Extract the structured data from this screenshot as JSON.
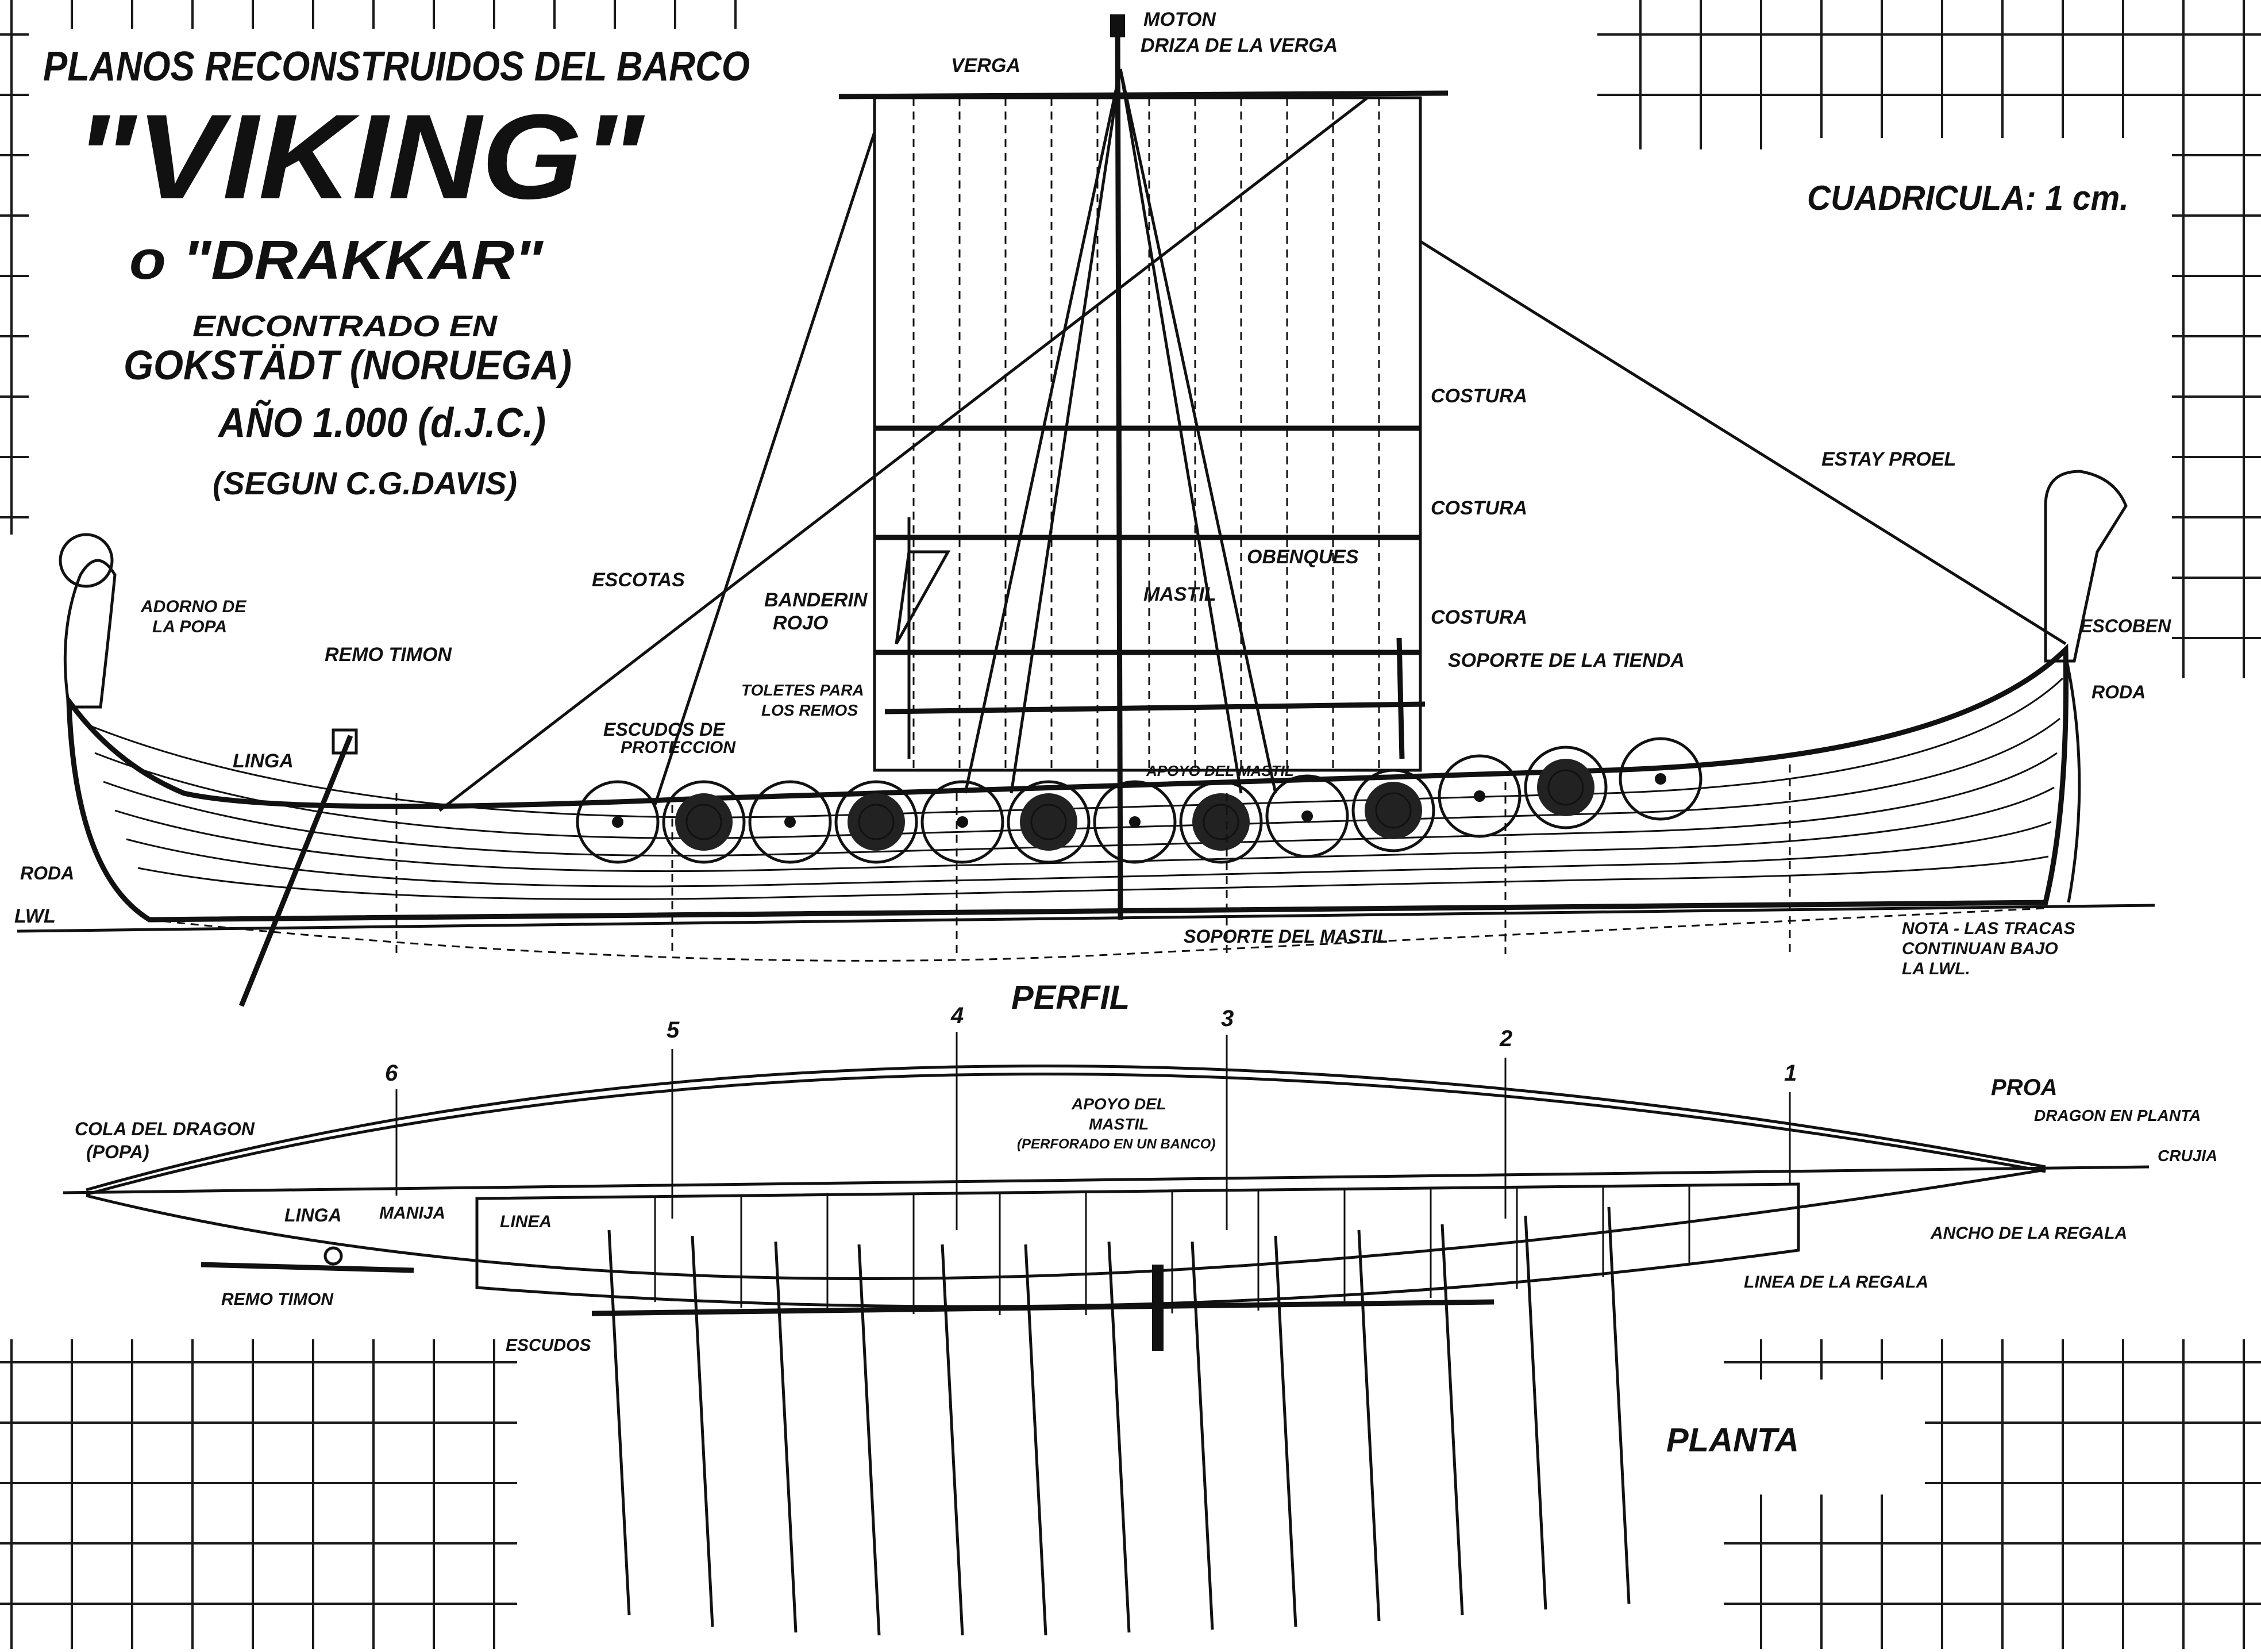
{
  "title": {
    "line1": "PLANOS RECONSTRUIDOS DEL BARCO",
    "name": "\"VIKING\"",
    "alt": "o \"DRAKKAR\"",
    "found": "ENCONTRADO EN",
    "place": "GOKSTÄDT (NORUEGA)",
    "year": "AÑO 1.000 (d.J.C.)",
    "source": "(SEGUN C.G.DAVIS)"
  },
  "scale_note": "CUADRICULA: 1 cm.",
  "views": {
    "profile": "PERFIL",
    "plan": "PLANTA"
  },
  "profile_labels": {
    "moton": "MOTON",
    "driza": "DRIZA DE LA VERGA",
    "verga": "VERGA",
    "costura": "COSTURA",
    "estay": "ESTAY PROEL",
    "obenques": "OBENQUES",
    "mastil": "MASTIL",
    "escotas": "ESCOTAS",
    "banderin_1": "BANDERIN",
    "banderin_2": "ROJO",
    "soporte_tienda": "SOPORTE DE LA TIENDA",
    "toletes_1": "TOLETES PARA",
    "toletes_2": "LOS REMOS",
    "escudos_1": "ESCUDOS DE",
    "escudos_2": "PROTECCION",
    "apoyo_mastil": "APOYO DEL MASTIL",
    "adorno_1": "ADORNO DE",
    "adorno_2": "LA POPA",
    "remo_timon": "REMO TIMON",
    "linga": "LINGA",
    "roda": "RODA",
    "lwl": "LWL",
    "escoben": "ESCOBEN",
    "soporte_mastil": "SOPORTE DEL MASTIL",
    "nota_1": "NOTA - LAS TRACAS",
    "nota_2": "CONTINUAN BAJO",
    "nota_3": "LA LWL."
  },
  "plan_labels": {
    "stations": [
      "6",
      "5",
      "4",
      "3",
      "2",
      "1"
    ],
    "cola_1": "COLA DEL DRAGON",
    "cola_2": "(POPA)",
    "apoyo_1": "APOYO DEL",
    "apoyo_2": "MASTIL",
    "apoyo_3": "(PERFORADO EN UN BANCO)",
    "proa": "PROA",
    "dragon_planta": "DRAGON EN PLANTA",
    "crujia": "CRUJIA",
    "linga": "LINGA",
    "manija": "MANIJA",
    "linea": "LINEA",
    "remo_timon": "REMO TIMON",
    "ancho_regala": "ANCHO DE LA REGALA",
    "linea_regala": "LINEA DE LA REGALA",
    "escudos": "ESCUDOS"
  }
}
